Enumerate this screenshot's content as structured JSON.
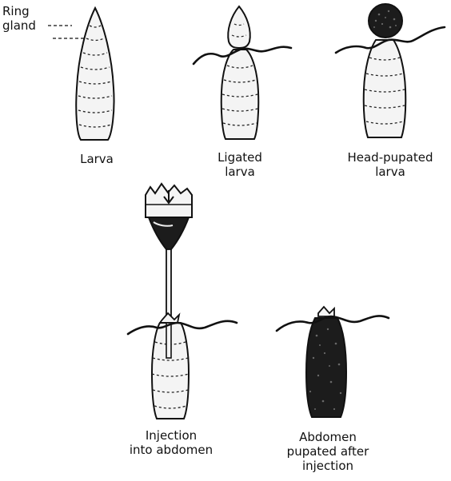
{
  "labels": {
    "ring_gland": [
      "Ring",
      "gland"
    ],
    "larva": [
      "Larva"
    ],
    "ligated_larva": [
      "Ligated",
      "larva"
    ],
    "head_pupated_larva": [
      "Head-pupated",
      "larva"
    ],
    "injection_into_abdomen": [
      "Injection",
      "into abdomen"
    ],
    "abdomen_pupated": [
      "Abdomen",
      "pupated after",
      "injection"
    ]
  },
  "colors": {
    "ink": "#111111",
    "body_fill": "#f4f4f4",
    "pupa_dark": "#1c1c1c",
    "paper": "#ffffff"
  }
}
